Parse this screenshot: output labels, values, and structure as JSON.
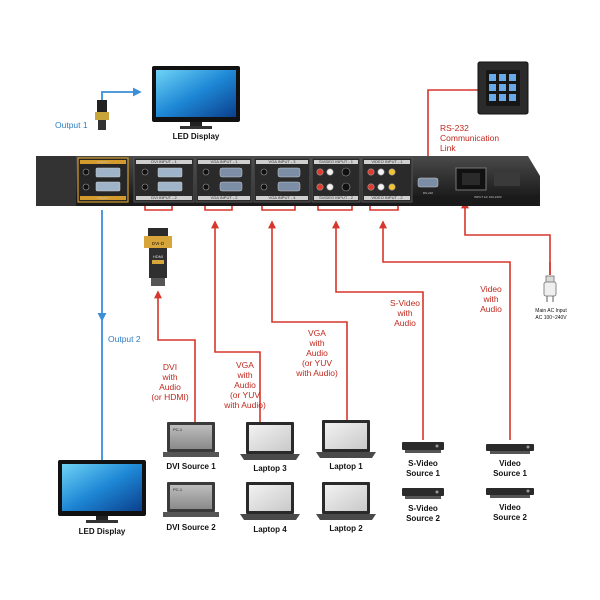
{
  "displays": {
    "top_label": "LED Display",
    "bottom_label": "LED Display"
  },
  "outputs": {
    "output1": "Output 1",
    "output2": "Output 2"
  },
  "rs232": {
    "line1": "RS-232",
    "line2": "Communication",
    "line3": "Link"
  },
  "chassis": {
    "dvi_input_1": "DVI INPUT - 1",
    "dvi_input_2": "DVI INPUT - 2",
    "vga_input_1": "VGA INPUT - 1",
    "vga_input_2": "VGA INPUT - 2",
    "vga_input_3": "VGA INPUT - 3",
    "vga_input_4": "VGA INPUT - 4",
    "svideo_input_1": "SVIDEO INPUT - 1",
    "svideo_input_2": "SVIDEO INPUT - 2",
    "video_input_1": "VIDEO INPUT - 1",
    "video_input_2": "VIDEO INPUT - 2",
    "rs232_port": "RS-232",
    "power_input": "INPUT AC 100-240V"
  },
  "connector": {
    "top": "DVI-D",
    "bottom": "HDMI"
  },
  "power": {
    "line1": "Main AC Input",
    "line2": "AC 100~240V"
  },
  "signals": {
    "dvi": [
      "DVI",
      "with",
      "Audio",
      "(or HDMI)"
    ],
    "vga_a": [
      "VGA",
      "with",
      "Audio",
      "(or YUV",
      "with Audio)"
    ],
    "vga_b": [
      "VGA",
      "with",
      "Audio",
      "(or YUV",
      "with Audio)"
    ],
    "svideo": [
      "S-Video",
      "with",
      "Audio"
    ],
    "video": [
      "Video",
      "with",
      "Audio"
    ]
  },
  "devices": {
    "dvi_source_1": "DVI Source 1",
    "dvi_source_2": "DVI Source 2",
    "laptop_3": "Laptop 3",
    "laptop_4": "Laptop 4",
    "laptop_1": "Laptop 1",
    "laptop_2": "Laptop 2",
    "svideo_source_1": [
      "S-Video",
      "Source 1"
    ],
    "svideo_source_2": [
      "S-Video",
      "Source 2"
    ],
    "video_source_1": [
      "Video",
      "Source 1"
    ],
    "video_source_2": [
      "Video",
      "Source 2"
    ],
    "pc_badge": "PC-1"
  },
  "colors": {
    "signal_red": "#d6362b",
    "output_blue": "#3b8fd8",
    "chassis": "#2a2a2a"
  }
}
